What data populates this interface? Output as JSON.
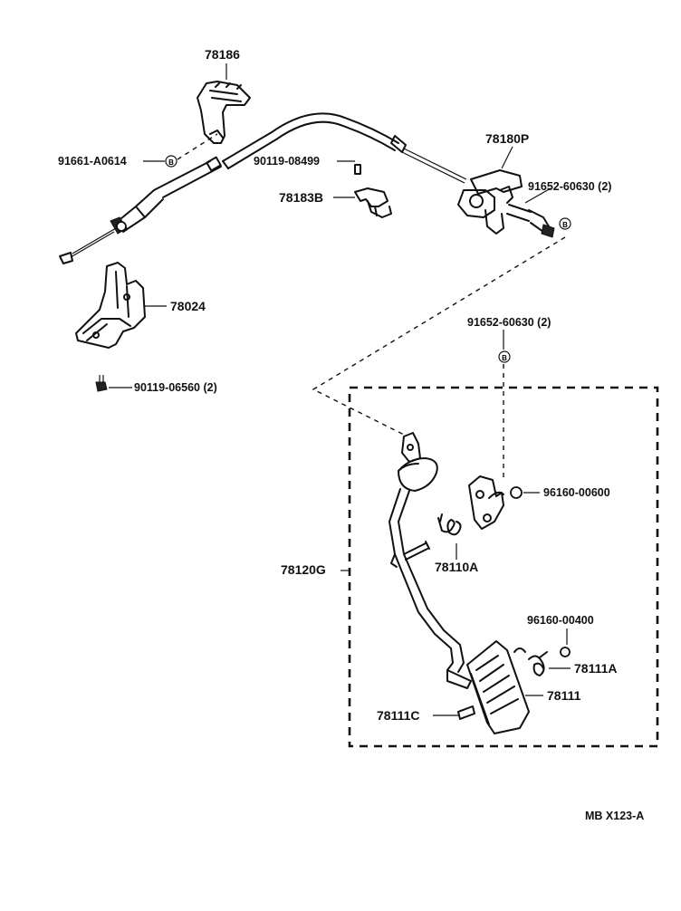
{
  "labels": {
    "p78186": "78186",
    "p91661": "91661-A0614",
    "p90119a": "90119-08499",
    "p78183b": "78183B",
    "p78180p": "78180P",
    "p91652a": "91652-60630 (2)",
    "p78024": "78024",
    "p90119b": "90119-06560 (2)",
    "p91652b": "91652-60630 (2)",
    "p96160a": "96160-00600",
    "p78120g": "78120G",
    "p78110a": "78110A",
    "p96160b": "96160-00400",
    "p78111a": "78111A",
    "p78111": "78111",
    "p78111c": "78111C"
  },
  "footer": {
    "code": "MB  X123-A"
  }
}
